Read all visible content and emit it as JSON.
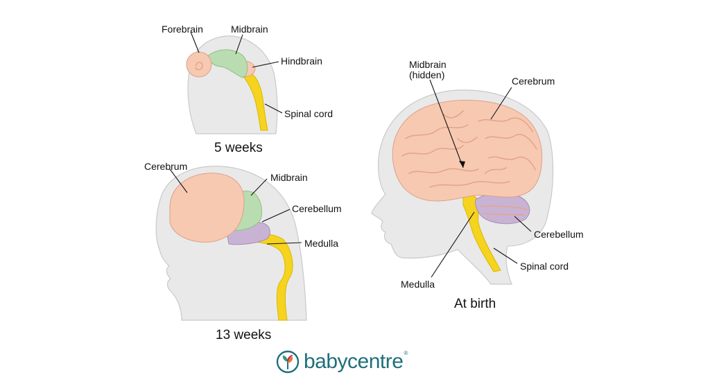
{
  "diagram": {
    "stages": [
      {
        "caption": "5 weeks",
        "labels": [
          "Forebrain",
          "Midbrain",
          "Hindbrain",
          "Spinal cord"
        ]
      },
      {
        "caption": "13 weeks",
        "labels": [
          "Cerebrum",
          "Midbrain",
          "Cerebellum",
          "Medulla"
        ]
      },
      {
        "caption": "At birth",
        "labels": [
          "Midbrain",
          "(hidden)",
          "Cerebrum",
          "Cerebellum",
          "Spinal cord",
          "Medulla"
        ]
      }
    ],
    "colors": {
      "cerebrum": "#f8c9b1",
      "midbrain": "#b9ddb0",
      "cerebellum": "#c9b3d4",
      "spinal_cord": "#f5d31f",
      "head": "#e9e9e9"
    }
  },
  "logo": {
    "wordmark": "babycentre",
    "icon": "sprout-leaf-icon"
  }
}
